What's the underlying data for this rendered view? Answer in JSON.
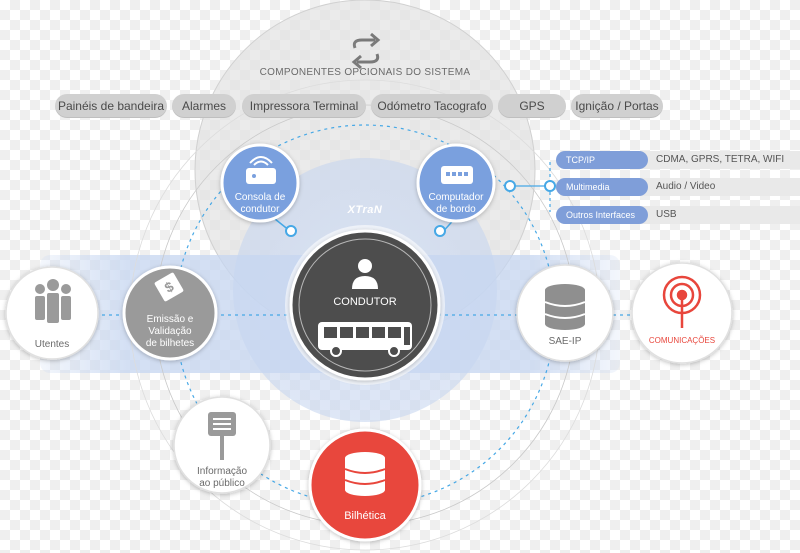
{
  "header": {
    "title": "COMPONENTES OPCIONAIS DO SISTEMA",
    "icon": "sync-arrows-icon"
  },
  "options": [
    "Painéis de bandeira",
    "Alarmes",
    "Impressora Terminal",
    "Odómetro Tacografo",
    "GPS",
    "Ignição / Portas"
  ],
  "network": [
    {
      "label": "TCP/IP",
      "value": "CDMA, GPRS, TETRA, WIFI"
    },
    {
      "label": "Multimedia",
      "value": "Audio / Video"
    },
    {
      "label": "Outros Interfaces",
      "value": "USB"
    }
  ],
  "nodes": {
    "console": "Consola de\ncondutor",
    "computer": "Computador\nde bordo",
    "brand": "XTraN",
    "driver": "CONDUTOR",
    "users": "Utentes",
    "tickets": "Emissão e\nValidação\nde bilhetes",
    "sae": "SAE-IP",
    "comms": "COMUNICAÇÕES",
    "info": "Informação\nao público",
    "ticketing": "Bilhética"
  },
  "colors": {
    "blue": "#7aa0de",
    "dark": "#4a4a4a",
    "gray": "#9a9a9a",
    "red": "#e8463c",
    "line": "#46a8e6"
  }
}
